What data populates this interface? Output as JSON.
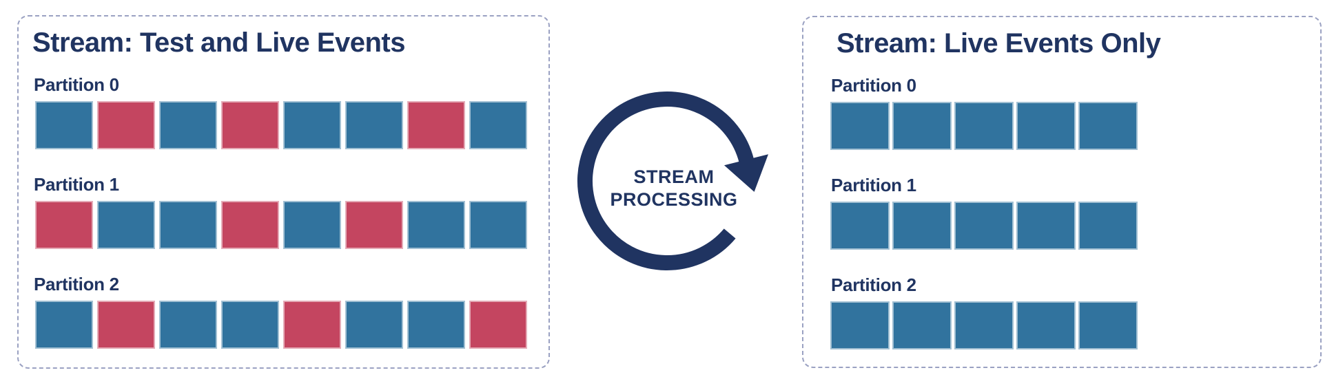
{
  "colors": {
    "live": "#31739e",
    "test": "#c44560",
    "navy": "#203461",
    "dash": "#9aa1c2",
    "bg": "#ffffff"
  },
  "left_panel": {
    "title": "Stream: Test and Live Events",
    "partitions": [
      {
        "label": "Partition 0",
        "events": [
          "live",
          "test",
          "live",
          "test",
          "live",
          "live",
          "test",
          "live"
        ]
      },
      {
        "label": "Partition 1",
        "events": [
          "test",
          "live",
          "live",
          "test",
          "live",
          "test",
          "live",
          "live"
        ]
      },
      {
        "label": "Partition 2",
        "events": [
          "live",
          "test",
          "live",
          "live",
          "test",
          "live",
          "live",
          "test"
        ]
      }
    ]
  },
  "processor": {
    "line1": "STREAM",
    "line2": "PROCESSING"
  },
  "right_panel": {
    "title": "Stream: Live Events Only",
    "partitions": [
      {
        "label": "Partition 0",
        "events": [
          "live",
          "live",
          "live",
          "live",
          "live"
        ]
      },
      {
        "label": "Partition 1",
        "events": [
          "live",
          "live",
          "live",
          "live",
          "live"
        ]
      },
      {
        "label": "Partition 2",
        "events": [
          "live",
          "live",
          "live",
          "live",
          "live"
        ]
      }
    ]
  }
}
